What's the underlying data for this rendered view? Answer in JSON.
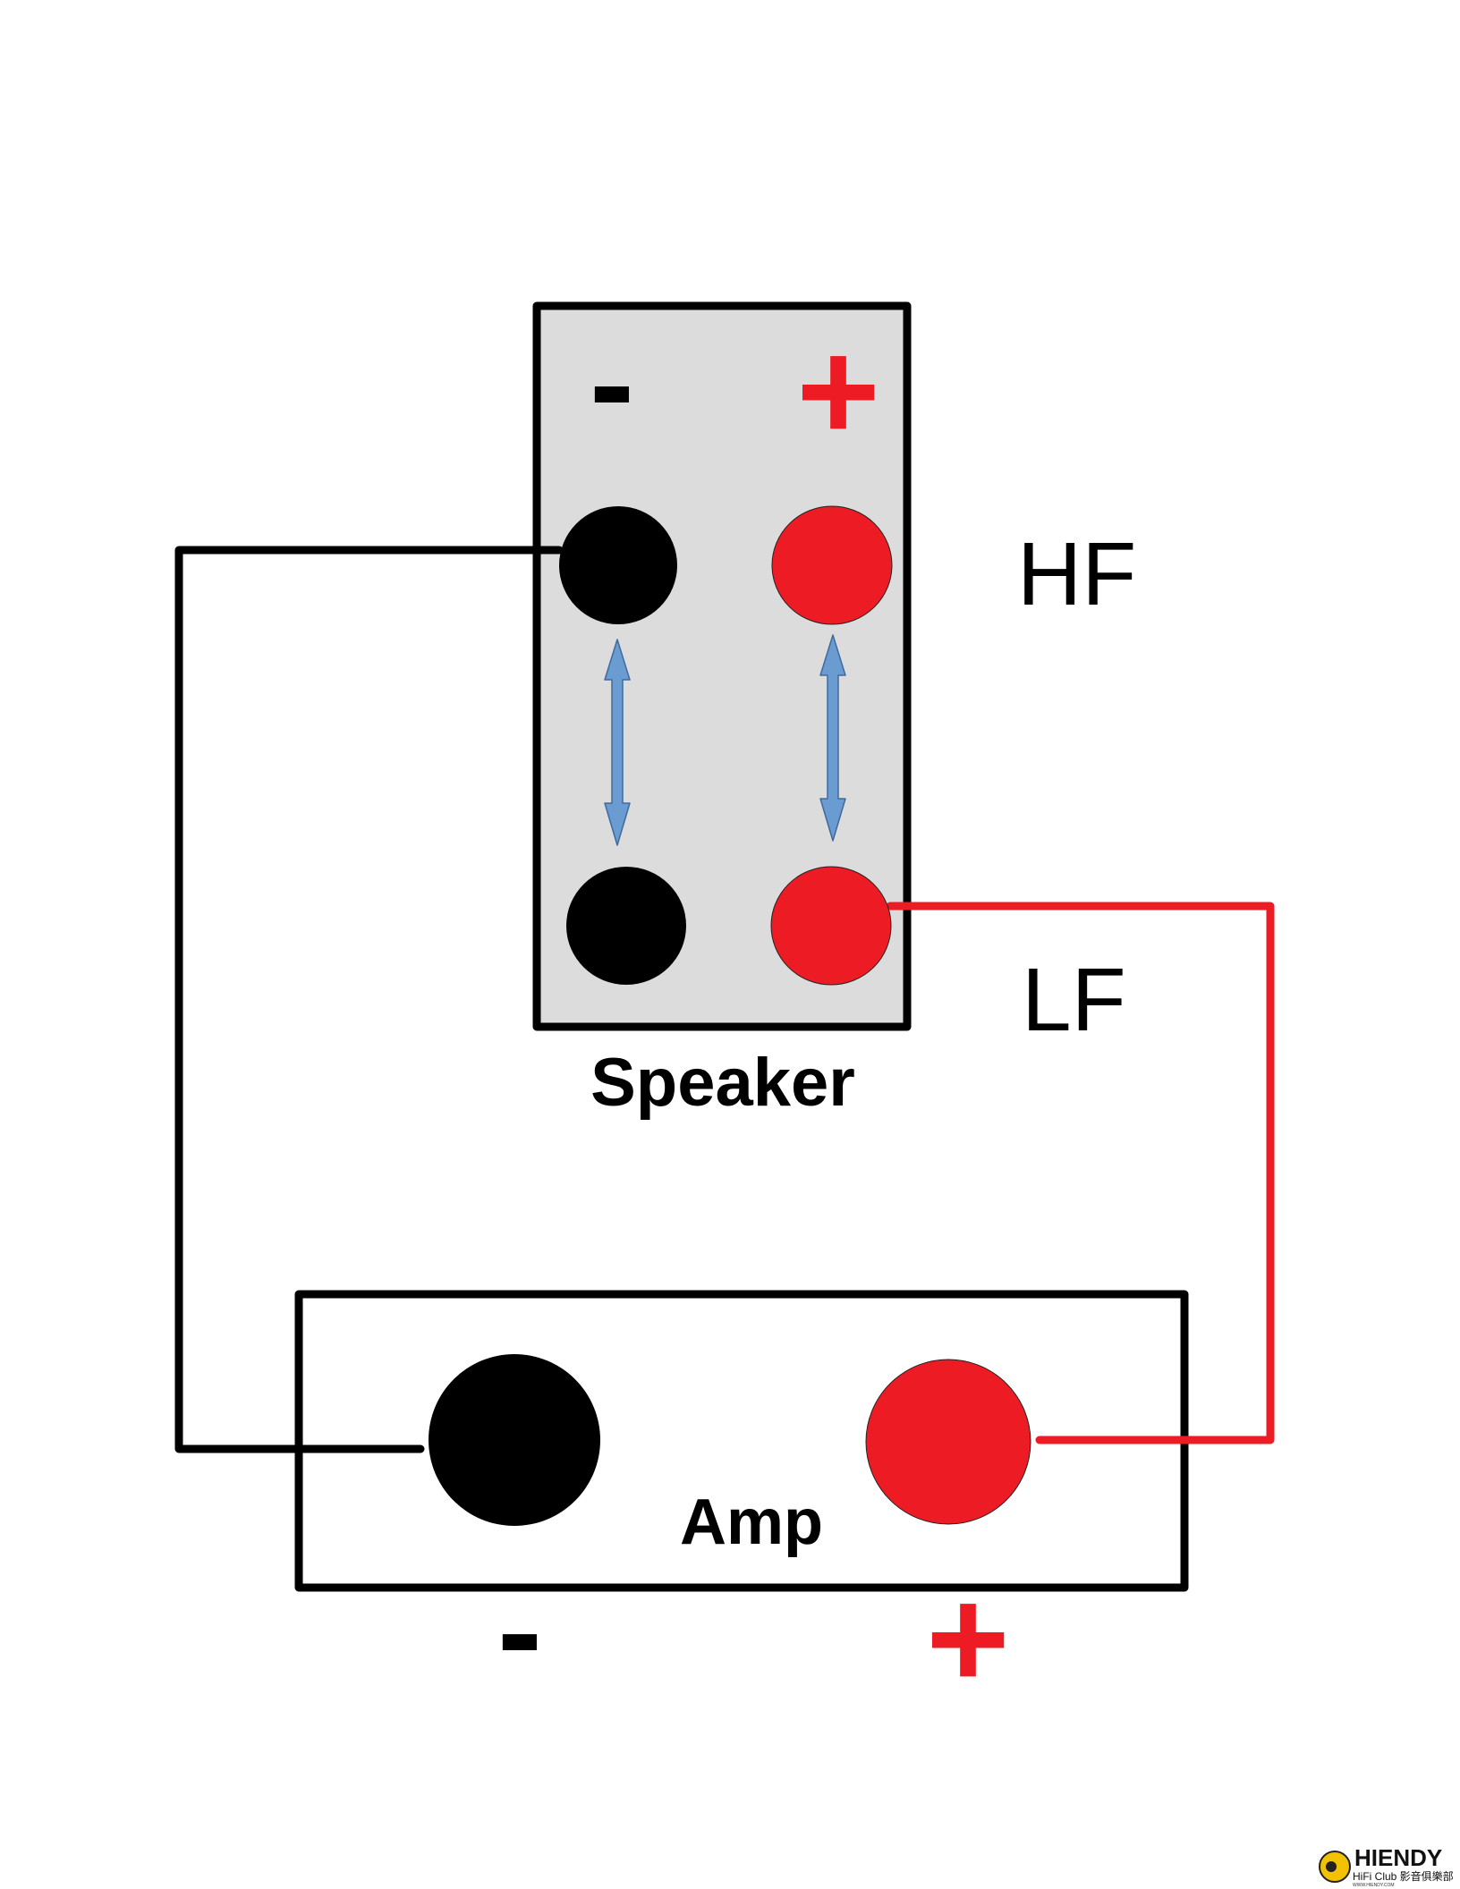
{
  "labels": {
    "speaker": "Speaker",
    "amp": "Amp",
    "hf": "HF",
    "lf": "LF",
    "speaker_minus": "-",
    "speaker_plus": "+",
    "amp_minus": "-",
    "amp_plus": "+"
  },
  "logo": {
    "name": "HIENDY",
    "subtitle": "HiFi Club 影音俱樂部",
    "url": "WWW.HIENDY.COM"
  },
  "colors": {
    "negative": "#000000",
    "positive": "#ed1c24",
    "panel_fill": "#dcdcdc",
    "arrow_fill": "#6a9bd1",
    "arrow_stroke": "#3f6a9e",
    "logo_accent": "#f2c200"
  }
}
